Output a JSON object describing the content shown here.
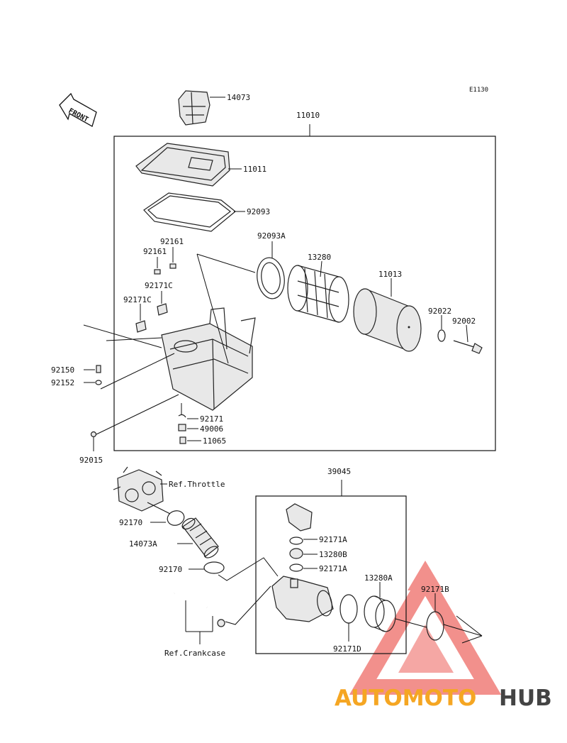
{
  "diagram": {
    "code": "E1130",
    "front_label": "FRONT",
    "groups": {
      "airbox": "11010",
      "duct": "39045"
    },
    "labels": {
      "p14073": "14073",
      "p11011": "11011",
      "p92093": "92093",
      "p92093A": "92093A",
      "p92161a": "92161",
      "p92161b": "92161",
      "p13280": "13280",
      "p11013": "11013",
      "p92171Ca": "92171C",
      "p92171Cb": "92171C",
      "p92022": "92022",
      "p92002": "92002",
      "p92150": "92150",
      "p92152": "92152",
      "p92171": "92171",
      "p49006": "49006",
      "p11065": "11065",
      "p92015": "92015",
      "ref_throttle": "Ref.Throttle",
      "p92170a": "92170",
      "p14073A": "14073A",
      "p92170b": "92170",
      "p92171Aa": "92171A",
      "p13280B": "13280B",
      "p92171Ab": "92171A",
      "p13280A": "13280A",
      "p92171B": "92171B",
      "p92171D": "92171D",
      "ref_crankcase": "Ref.Crankcase"
    }
  },
  "watermark": {
    "text_a": "AUTOMOTO",
    "text_b": "HUB",
    "color_a": "#f5a623",
    "color_b": "#444444",
    "triangle_color": "#e8372f"
  }
}
